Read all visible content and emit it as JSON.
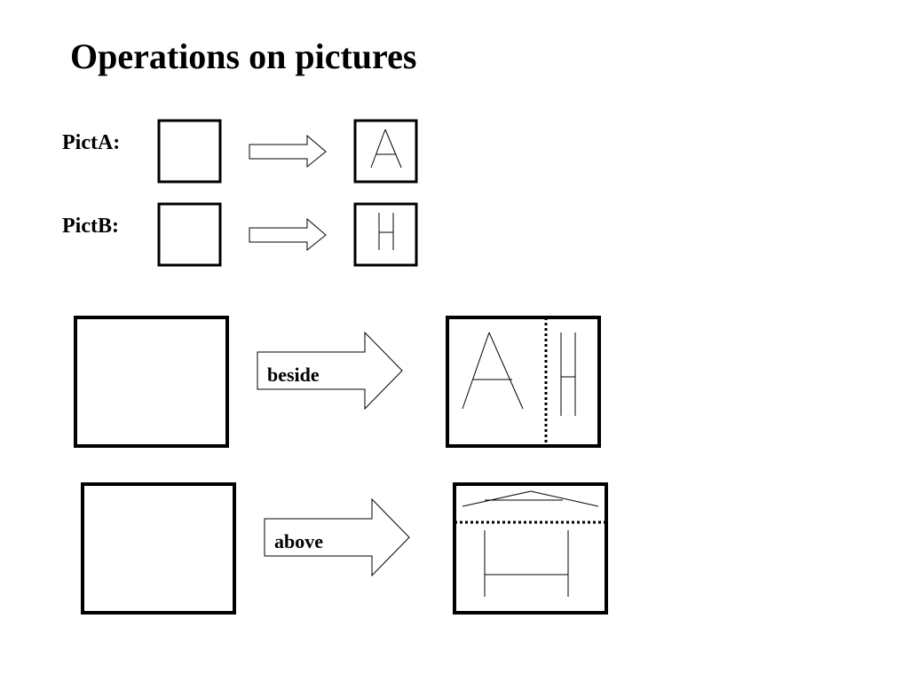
{
  "title": "Operations on pictures",
  "rows": [
    {
      "label": "PictA:",
      "result_glyph": "A"
    },
    {
      "label": "PictB:",
      "result_glyph": "H"
    }
  ],
  "operations": [
    {
      "label": "beside",
      "divider": "vertical-dotted"
    },
    {
      "label": "above",
      "divider": "horizontal-dotted"
    }
  ]
}
